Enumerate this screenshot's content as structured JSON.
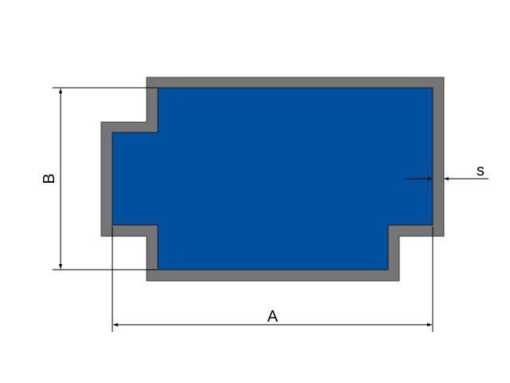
{
  "diagram": {
    "colors": {
      "wall": "#757575",
      "wall_outline": "#3c3c3c",
      "interior": "#0050a0",
      "interior_outline": "#1a1a1a",
      "dimension_line": "#000000"
    },
    "labels": {
      "width": "A",
      "height": "B",
      "thickness": "s"
    }
  }
}
